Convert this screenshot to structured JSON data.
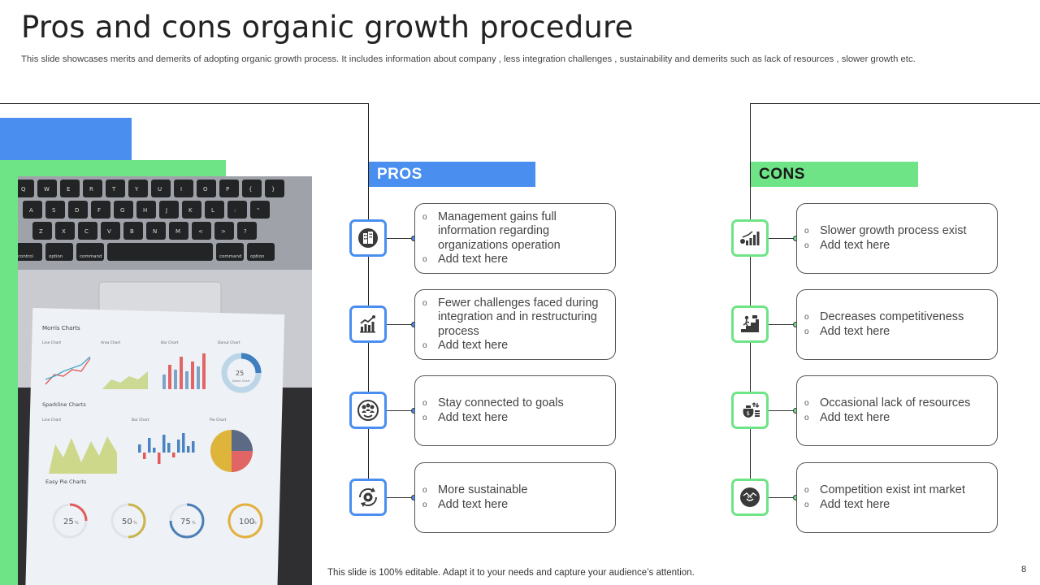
{
  "title": "Pros and cons organic growth procedure",
  "subtitle": "This slide showcases merits and demerits of adopting organic growth process. It includes information about company , less integration challenges , sustainability and demerits such as lack of resources , slower growth etc.",
  "colors": {
    "blue": "#4a8ff0",
    "green": "#6ee487",
    "line": "#222222"
  },
  "photo": {
    "keyboard_rows": [
      [
        "Q",
        "W",
        "E",
        "R",
        "T",
        "Y",
        "U",
        "I",
        "O",
        "P",
        "{",
        "}"
      ],
      [
        "A",
        "S",
        "D",
        "F",
        "G",
        "H",
        "J",
        "K",
        "L",
        ":",
        "\""
      ],
      [
        "Z",
        "X",
        "C",
        "V",
        "B",
        "N",
        "M",
        "<",
        ">",
        "?"
      ],
      [
        "control",
        "option",
        "command",
        "",
        "command",
        "option"
      ]
    ],
    "paper": {
      "heading": "Morris Charts",
      "section_sparkline": "Sparkline Charts",
      "section_pie": "Easy Pie Charts",
      "mini_labels": [
        "Line Chart",
        "Area Chart",
        "Bar Chart",
        "Donut Chart",
        "Line Chart",
        "Bar Chart",
        "Pie Chart"
      ],
      "donut_value": "25",
      "donut_label": "Donut Chart",
      "pies": [
        "25",
        "50",
        "75",
        "100"
      ],
      "pie_colors": [
        "#e45a5a",
        "#c9b54a",
        "#4a7fb6",
        "#e3b03a"
      ],
      "unit": "%"
    }
  },
  "pros": {
    "header": "PROS",
    "items": [
      {
        "icon": "building-icon",
        "bullets": [
          "Management gains full information regarding organizations operation",
          "Add text here"
        ]
      },
      {
        "icon": "growth-chart-icon",
        "bullets": [
          "Fewer challenges faced during integration and in restructuring process",
          "Add text here"
        ]
      },
      {
        "icon": "team-goal-icon",
        "bullets": [
          "Stay connected to goals",
          "Add text here"
        ]
      },
      {
        "icon": "gear-cycle-icon",
        "bullets": [
          "More sustainable",
          "Add text here"
        ]
      }
    ]
  },
  "cons": {
    "header": "CONS",
    "items": [
      {
        "icon": "slow-growth-icon",
        "bullets": [
          "Slower growth process exist",
          "Add text here"
        ]
      },
      {
        "icon": "stairs-runner-icon",
        "bullets": [
          "Decreases competitiveness",
          "Add text here"
        ]
      },
      {
        "icon": "money-bag-icon",
        "bullets": [
          "Occasional lack of resources",
          "Add text here"
        ]
      },
      {
        "icon": "handshake-icon",
        "bullets": [
          "Competition exist int market",
          "Add text here"
        ]
      }
    ]
  },
  "footer": "This slide is 100% editable. Adapt it to your needs and capture your audience’s attention.",
  "page_number": "8"
}
